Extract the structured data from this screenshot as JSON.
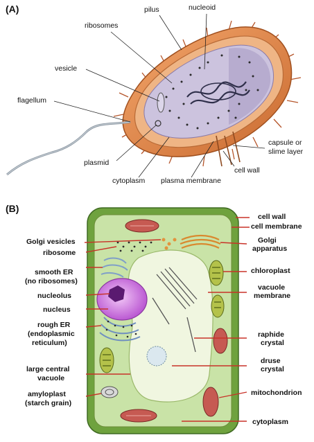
{
  "colors": {
    "capsule": "#e0864a",
    "cell_wall": "#8a9a3c",
    "cytoplasm_plant": "#c9e3a7",
    "vacuole": "#f0f6e0",
    "leader_red": "#c83228",
    "nucleus": "#b04cc8",
    "chloroplast": "#8fa03a"
  },
  "panel_a": {
    "letter": "(A)",
    "labels": {
      "pilus": "pilus",
      "nucleoid": "nucleoid",
      "ribosomes": "ribosomes",
      "vesicle": "vesicle",
      "flagellum": "flagellum",
      "capsule_1": "capsule or",
      "capsule_2": "slime layer",
      "plasmid": "plasmid",
      "cell_wall": "cell wall",
      "cytoplasm": "cytoplasm",
      "plasma_membrane": "plasma membrane"
    }
  },
  "panel_b": {
    "letter": "(B)",
    "labels": {
      "cell_wall": "cell wall",
      "cell_membrane": "cell membrane",
      "golgi_vesicles": "Golgi vesicles",
      "golgi_apparatus_1": "Golgi",
      "golgi_apparatus_2": "apparatus",
      "ribosome": "ribosome",
      "smooth_er_1": "smooth ER",
      "smooth_er_2": "(no ribosomes)",
      "chloroplast": "chloroplast",
      "vacuole_membrane_1": "vacuole",
      "vacuole_membrane_2": "membrane",
      "nucleolus": "nucleolus",
      "nucleus": "nucleus",
      "rough_er_1": "rough ER",
      "rough_er_2": "(endoplasmic",
      "rough_er_3": "reticulum)",
      "raphide_1": "raphide",
      "raphide_2": "crystal",
      "druse_1": "druse",
      "druse_2": "crystal",
      "large_vacuole_1": "large central",
      "large_vacuole_2": "vacuole",
      "mitochondrion": "mitochondrion",
      "amyloplast_1": "amyloplast",
      "amyloplast_2": "(starch grain)",
      "cytoplasm": "cytoplasm"
    }
  }
}
